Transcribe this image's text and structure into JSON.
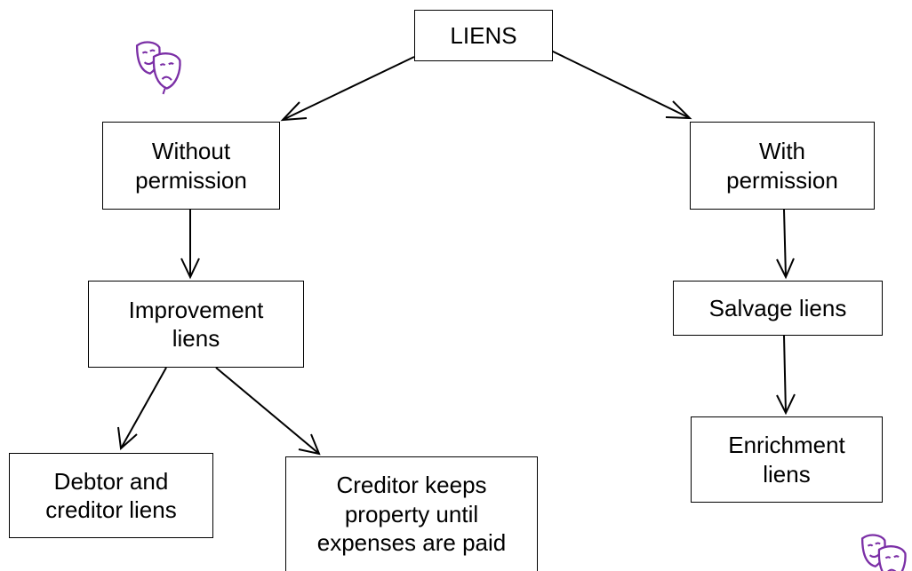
{
  "diagram": {
    "title": "LIENS",
    "nodes": {
      "liens": "LIENS",
      "without_permission": "Without\npermission",
      "with_permission": "With\npermission",
      "improvement_liens": "Improvement\nliens",
      "salvage_liens": "Salvage liens",
      "debtor_creditor_liens": "Debtor and\ncreditor liens",
      "creditor_keeps_property": "Creditor keeps\nproperty until\nexpenses are paid",
      "enrichment_liens": "Enrichment\nliens"
    },
    "edges": [
      {
        "from": "liens",
        "to": "without_permission"
      },
      {
        "from": "liens",
        "to": "with_permission"
      },
      {
        "from": "without_permission",
        "to": "improvement_liens"
      },
      {
        "from": "with_permission",
        "to": "salvage_liens"
      },
      {
        "from": "improvement_liens",
        "to": "debtor_creditor_liens"
      },
      {
        "from": "improvement_liens",
        "to": "creditor_keeps_property"
      },
      {
        "from": "salvage_liens",
        "to": "enrichment_liens"
      }
    ],
    "decorations": {
      "icon": "theater-masks-icon",
      "icon_color": "#7b2fa6"
    },
    "colors": {
      "line": "#000000",
      "border": "#000000",
      "text": "#000000",
      "background": "#ffffff"
    }
  }
}
